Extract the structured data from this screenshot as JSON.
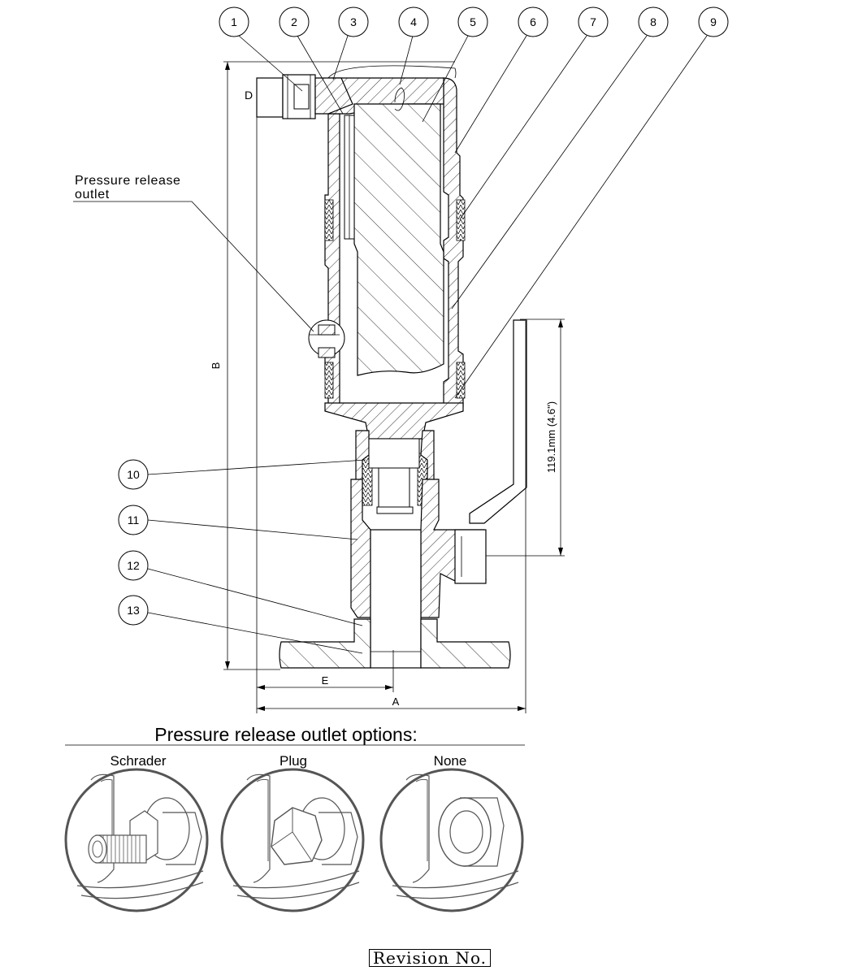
{
  "balloons": [
    {
      "n": "1"
    },
    {
      "n": "2"
    },
    {
      "n": "3"
    },
    {
      "n": "4"
    },
    {
      "n": "5"
    },
    {
      "n": "6"
    },
    {
      "n": "7"
    },
    {
      "n": "8"
    },
    {
      "n": "9"
    },
    {
      "n": "10"
    },
    {
      "n": "11"
    },
    {
      "n": "12"
    },
    {
      "n": "13"
    }
  ],
  "callout": {
    "line1": "Pressure release",
    "line2": "outlet"
  },
  "dimensions": {
    "a": "A",
    "b": "B",
    "d": "D",
    "e": "E",
    "height": "119.1mm (4.6\")"
  },
  "options": {
    "title": "Pressure release outlet options:",
    "items": [
      {
        "label": "Schrader"
      },
      {
        "label": "Plug"
      },
      {
        "label": "None"
      }
    ]
  },
  "revision": "Revision No."
}
